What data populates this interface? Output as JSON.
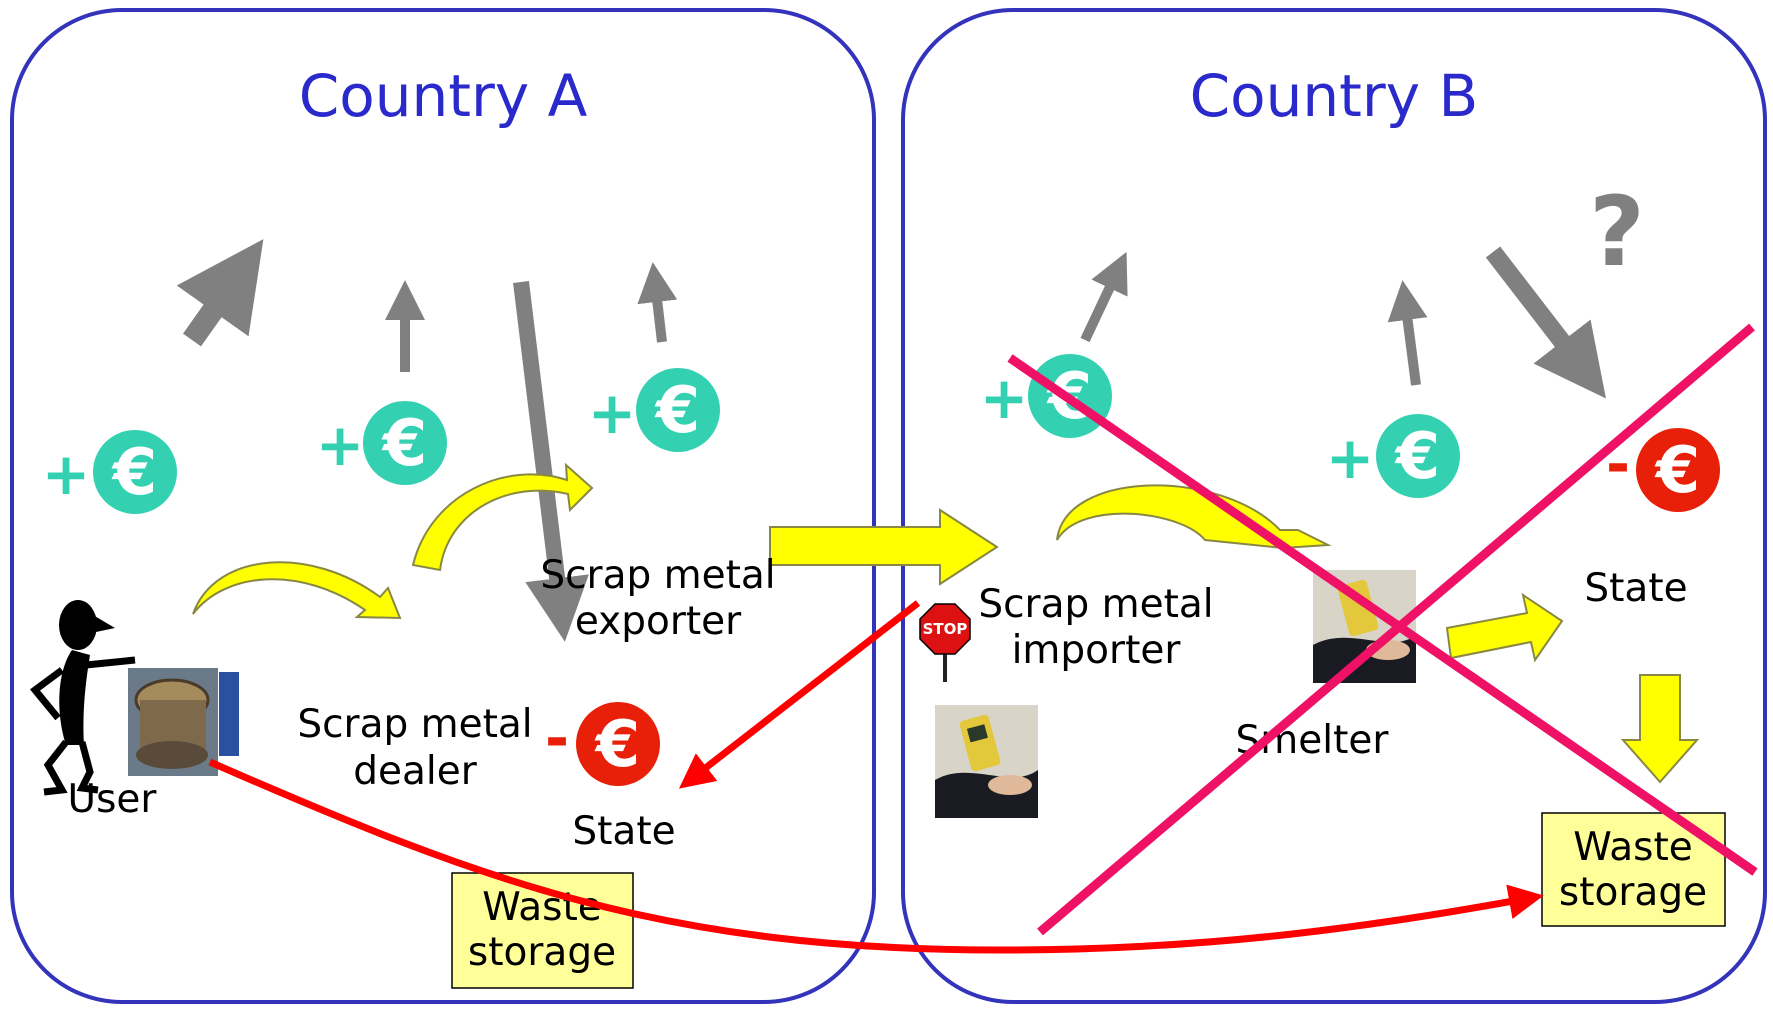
{
  "colors": {
    "border": "#3333bb",
    "title": "#2a2acc",
    "gain": "#33d1b2",
    "loss": "#e8200a",
    "flow": "#ffff00",
    "flow_outline": "#888844",
    "money_arrow": "#808080",
    "illegal_route": "#ff0000",
    "cross": "#ee1166",
    "waste_box_fill": "#ffff99"
  },
  "countries": [
    {
      "title": "Country A"
    },
    {
      "title": "Country B"
    }
  ],
  "actors": {
    "user": "User",
    "dealer_line1": "Scrap metal",
    "dealer_line2": "dealer",
    "exporter_line1": "Scrap metal",
    "exporter_line2": "exporter",
    "state_a": "State",
    "importer_line1": "Scrap metal",
    "importer_line2": "importer",
    "smelter": "Smelter",
    "state_b": "State"
  },
  "waste_storage": {
    "line1": "Waste",
    "line2": "storage"
  },
  "money": {
    "gain_sign": "+",
    "loss_sign": "-",
    "currency": "€"
  },
  "question_mark": "?",
  "stop_sign_text": "STOP",
  "icons": [
    "user-figure-icon",
    "scrap-motor-icon",
    "stop-sign-icon",
    "radiation-detector-photo",
    "euro-coin-icon"
  ]
}
